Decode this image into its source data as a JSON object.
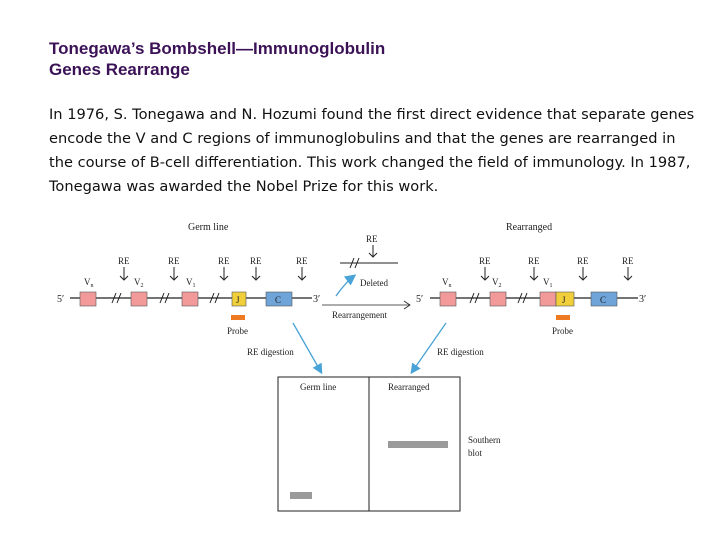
{
  "slide": {
    "title_lines": [
      "Tonegawa’s Bombshell—Immunoglobulin",
      "Genes Rearrange"
    ],
    "body_lines": [
      "In 1976, S. Tonegawa and N. Hozumi found the first direct evidence that separate genes",
      "encode the V and C regions of immunoglobulins and that the genes are rearranged in",
      "the course of B-cell differentiation. This work changed the field of immunology. In 1987,",
      "Tonegawa was awarded the Nobel Prize for this work."
    ]
  },
  "figure": {
    "germ_label": "Germ line",
    "rearranged_label": "Rearranged",
    "re": "RE",
    "vn": "V",
    "vn_sub": "n",
    "v2": "V",
    "v2_sub": "2",
    "v1": "V",
    "v1_sub": "1",
    "j": "J",
    "c": "C",
    "five": "5′",
    "three": "3′",
    "probe": "Probe",
    "deleted": "Deleted",
    "rearrangement": "Rearrangement",
    "re_digestion": "RE digestion",
    "blot_germ": "Germ line",
    "blot_rearranged": "Rearranged",
    "southern": "Southern",
    "blot": "blot",
    "colors": {
      "v_segment": "#f29a9a",
      "j_segment": "#f1cf3a",
      "c_segment": "#6fa4d8",
      "probe": "#ee7a22",
      "arrow": "#4aa3d6",
      "band": "#9a9a9a"
    }
  }
}
